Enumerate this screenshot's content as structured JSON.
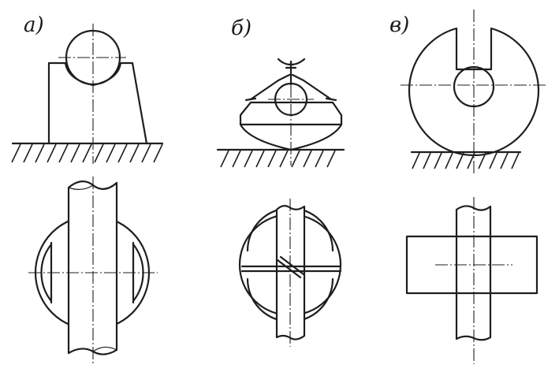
{
  "labels": {
    "a": "а)",
    "b": "б)",
    "c": "в)"
  },
  "colors": {
    "ink": "#1e1e1e",
    "paper": "#ffffff"
  }
}
